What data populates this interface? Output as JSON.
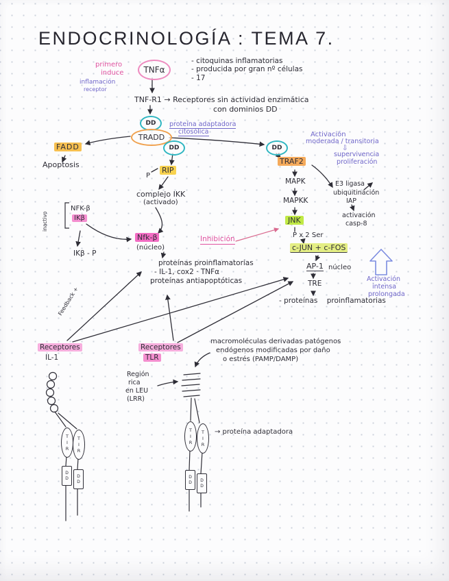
{
  "title": "ENDOCRINOLOGÍA : TEMA 7.",
  "colors": {
    "ink": "#2e2d36",
    "pink_text": "#e0519f",
    "purple_text": "#6f66c9",
    "teal_oval": "#2fb6c1",
    "orange_oval": "#f0a14e",
    "yellow_highlight": "#f8d24f",
    "orange_highlight": "#f5aa5b",
    "green_highlight": "#c0e945",
    "magenta_highlight": "#f26cc3",
    "lime_highlight": "#e4ee84",
    "blue_arrow": "#7b8be0"
  },
  "tnf": {
    "label": "TNFα",
    "note_pink_1": "primero",
    "note_pink_2": "induce",
    "note_purple_1": "inflamación",
    "note_purple_2": "receptor",
    "bullet_1": "- citoquinas inflamatorias",
    "bullet_2": "- producida por gran nº células",
    "bullet_3": "- 17"
  },
  "tnfr1": {
    "line1": "TNF-R1 → Receptores sin actividad enzimática",
    "line2": "con dominios DD"
  },
  "dd": "DD",
  "tradd": {
    "label": "TRADD",
    "note1": "proteína adaptadora",
    "note2": "citosólica"
  },
  "fadd": {
    "label": "FADD",
    "apoptosis": "Apoptosis"
  },
  "rip": {
    "label": "RIP",
    "p": "P"
  },
  "ikk": {
    "line1": "complejo IKK",
    "line2": "(activado)"
  },
  "nfkb_complex": {
    "bracket": "inactivo",
    "line1": "NFK-β",
    "line2": "IKβ"
  },
  "nfkb": {
    "label": "Nfk-β",
    "sub": "(núcleo)"
  },
  "ikb_p": "IKβ - P",
  "inhibicion": "Inhibición",
  "traf2": {
    "label": "TRAF2",
    "note1": "Activación",
    "note2": "moderada / transitoria",
    "note_arrow": "⇩",
    "note3": "supervivencia",
    "note4": "proliferación"
  },
  "mapk": "MAPK",
  "mapkk": "MAPKK",
  "jnk": {
    "label": "JNK",
    "p": "P x 2 Ser"
  },
  "e3": {
    "line1": "E3 ligasa",
    "line2": "ubiquitinación",
    "line3": "IAP",
    "line4": "activación",
    "line5": "casp-8"
  },
  "cjun": "c-JUN + c-FOS",
  "ap1": {
    "label": "AP-1",
    "nucleo": "núcleo",
    "tre": "TRE",
    "result": "- proteínas    proinflamatorias"
  },
  "intensa": {
    "line1": "Activación",
    "line2": "intensa",
    "line3": "prolongada"
  },
  "proteins": {
    "line1": "proteínas proinflamatorias",
    "line2": "- IL-1, cox2 · TNFα",
    "line3": "proteínas antiapoptóticas"
  },
  "feedback": "Feedback +",
  "il1r": {
    "line1": "Receptores",
    "line2": "IL-1"
  },
  "tlr": {
    "line1": "Receptores",
    "line2": "TLR"
  },
  "macro": {
    "line1": "macromoléculas derivadas patógenos",
    "line2": "endógenos modificadas por daño",
    "line3": "o estrés (PAMP/DAMP)"
  },
  "lrr": {
    "line1": "Región",
    "line2": "rica",
    "line3": "en LEU",
    "line4": "(LRR)"
  },
  "receptor_labels": {
    "tir": "TIR",
    "dd": "DD",
    "adaptor": "→ proteína adaptadora"
  }
}
